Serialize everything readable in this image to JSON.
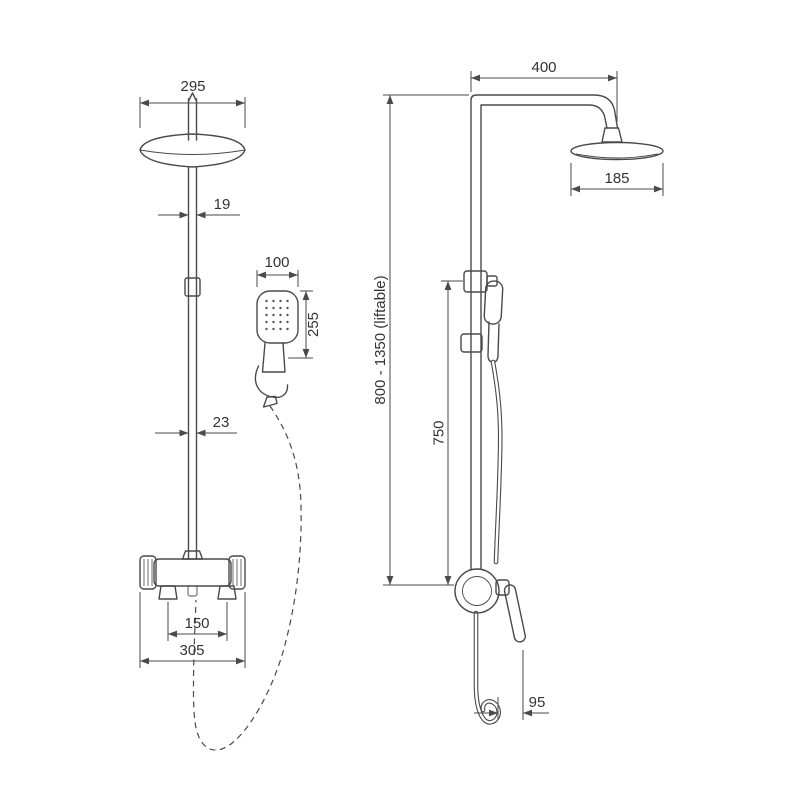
{
  "style": {
    "background": "#ffffff",
    "line_color": "#4a4a4a",
    "text_color": "#333333"
  },
  "front_view": {
    "dims": {
      "head_width": "295",
      "pipe_width_upper": "19",
      "hand_shower_width": "100",
      "hand_shower_length": "255",
      "pipe_width_lower": "23",
      "valve_inlet_centers": "150",
      "valve_overall_width": "305"
    }
  },
  "side_view": {
    "dims": {
      "top_arm_reach": "400",
      "head_diameter": "185",
      "column_height_range": "800 - 1350 (liftable)",
      "slide_bar_length": "750",
      "handle_projection": "95"
    }
  }
}
